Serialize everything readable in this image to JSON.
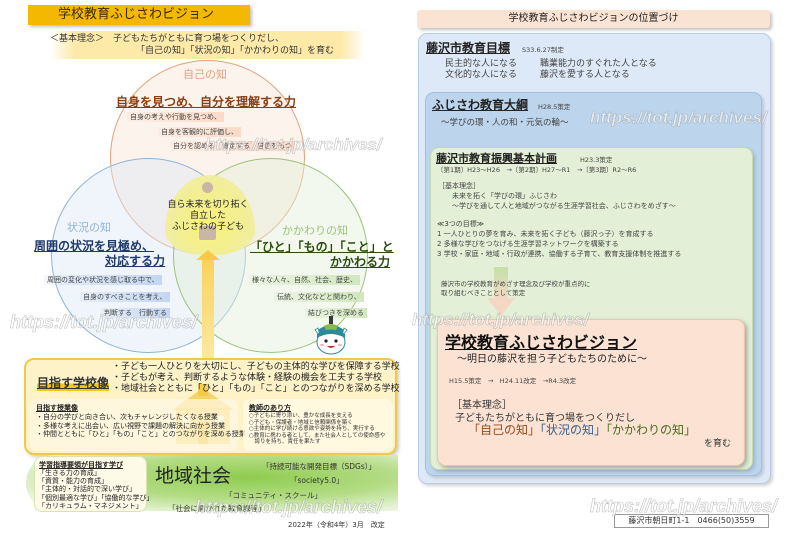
{
  "left_panel": {
    "title": "学校教育ふじさわビジョン",
    "philosophy": {
      "line1": "＜基本理念＞　子どもたちがともに育つ場をつくりだし、",
      "line2": "「自己の知」「状況の知」「かかわりの知」を育む"
    },
    "venn": {
      "top": {
        "label": "自己の知",
        "power": "自身を見つめ、自分を理解する力",
        "desc": [
          "自身の考えや行動を見つめ、",
          "自身を客観的に評価し、",
          "自分を認める　肯定する　自信をもつ"
        ],
        "color": "#e3a07a"
      },
      "left": {
        "label": "状況の知",
        "power_line1": "周囲の状況を見極め、",
        "power_line2": "対応する力",
        "desc": [
          "周囲の変化や状況を感じ取る中で、",
          "自身のすべきことを考え、",
          "判断する　行動する"
        ],
        "color": "#8fb3da"
      },
      "right": {
        "label": "かかわりの知",
        "power_line1": "「ひと」「もの」「こと」と",
        "power_line2": "かかわる力",
        "desc": [
          "様々な人々、自然、社会、歴史、",
          "伝統、文化などと関わり、",
          "結びつきを深める"
        ],
        "color": "#9cc27a"
      },
      "center": [
        "自ら未来を切り拓く",
        "自立した",
        "ふじさわの子ども"
      ]
    },
    "school_image": {
      "title": "目指す学校像",
      "items": [
        "・子ども一人ひとりを大切にし、子どもの主体的な学びを保障する学校",
        "・子どもが考え、判断するような体験・経験の機会を工夫する学校",
        "・地域社会とともに「ひと」「もの」「こと」とのつながりを深める学校"
      ]
    },
    "class_image": {
      "title": "目指す授業像",
      "items": [
        "・自分の学びと向き合い、次もチャレンジしたくなる授業",
        "・多様な考えに出会い、広い視野で課題の解決に向かう授業",
        "・仲間とともに「ひと」「もの」「こと」とのつながりを深める授業"
      ]
    },
    "teacher": {
      "title": "教師のあり方",
      "items": [
        "○子どもに寄り添い、豊かな成長を支える",
        "○子ども・保護者・地域と信頼関係を築く",
        "○主体的に学び続ける意欲や姿勢を持ち、実行する",
        "○教育に携わる者として、また社会人としての使命感や",
        "　誇りを持ち、責任を果たす"
      ]
    },
    "curriculum": {
      "title": "学習指導要領が目指す学び",
      "items": [
        "「生きる力の育成」",
        "「資質・能力の育成」",
        "「主体的・対話的で深い学び」",
        "「個別最適な学び」「協働的な学び」",
        "「カリキュラム・マネジメント」"
      ]
    },
    "community": {
      "title": "地域社会",
      "keywords": [
        "「持続可能な開発目標（SDGs）」",
        "「society5.0」",
        "「コミュニティ・スクール」",
        "「社会に開かれた教育課程」"
      ]
    },
    "revision": "2022年（令和4年）3月　改定"
  },
  "right_panel": {
    "header": "学校教育ふじさわビジョンの位置づけ",
    "education_goal": {
      "title": "藤沢市教育目標",
      "date": "S33.6.27制定",
      "items": [
        "民主的な人になる",
        "職業能力のすぐれた人となる",
        "文化的な人になる",
        "藤沢を愛する人となる"
      ]
    },
    "outline": {
      "title": "ふじさわ教育大綱",
      "date": "H28.5策定",
      "motto": "～学びの環・人の和・元気の輪～"
    },
    "plan": {
      "title": "藤沢市教育振興基本計画",
      "date": "H23.3策定",
      "periods": "〔第1期〕H23～H26　→〔第2期〕H27～R1　→〔第3期〕R2～R6",
      "philosophy_label": "［基本理念］",
      "philosophy": [
        "未来を拓く「学びの環」ふじさわ",
        "～学びを通して人と地域がつながる生涯学習社会、ふじさわをめざす～"
      ],
      "goals_label": "≪3つの目標≫",
      "goals": [
        "1 一人ひとりの夢を育み、未来を拓く子ども（藤沢っ子）を育成する",
        "2 多様な学びをつなげる生涯学習ネットワークを構築する",
        "3 学校・家庭・地域・行政が連携、協働する子育て、教育支援体制を推進する"
      ],
      "note": [
        "藤沢市の学校教育がめざす理念及び学校が重点的に",
        "取り組むべきこととして策定"
      ]
    },
    "vision": {
      "title": "学校教育ふじさわビジョン",
      "subtitle": "～明日の藤沢を担う子どもたちのために～",
      "dates": "H15.5策定　→　H24.11改定　→R4.3改定",
      "philosophy_label": "［基本理念］",
      "philosophy": "子どもたちがともに育つ場をつくりだし",
      "chi": [
        {
          "text": "「自己の知」",
          "color": "#9a4a1a"
        },
        {
          "text": "「状況の知」",
          "color": "#3a5f8a"
        },
        {
          "text": "「かかわりの知」",
          "color": "#4a6a22"
        }
      ],
      "ending": "を育む"
    },
    "contact": "藤沢市朝日町1-1　0466(50)3559"
  },
  "watermark": "https://tot.jp/archives/"
}
